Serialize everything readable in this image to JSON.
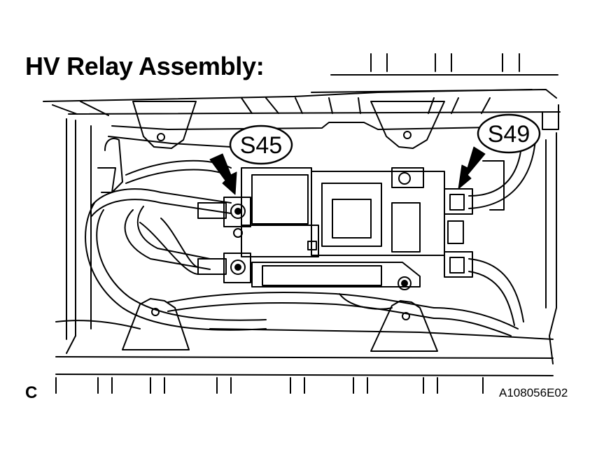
{
  "title": "HV Relay Assembly:",
  "corner_label": "C",
  "figure_code": "A108056E02",
  "callouts": {
    "left": "S45",
    "right": "S49"
  },
  "icons": {
    "arrow_left": "callout-arrow-icon",
    "arrow_right": "callout-arrow-icon"
  }
}
